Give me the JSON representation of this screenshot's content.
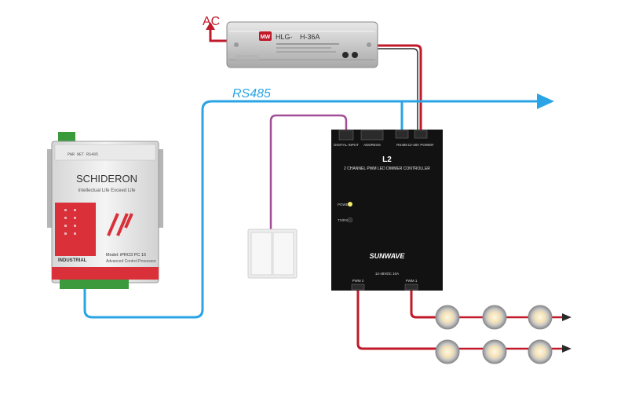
{
  "labels": {
    "ac": "AC",
    "rs485": "RS485"
  },
  "power_supply": {
    "brand": "MW",
    "model_prefix": "HLG-",
    "model_suffix": "H-36A"
  },
  "gateway": {
    "brand": "SCHIDERON",
    "tagline": "Intellectual Life  Exceed Life",
    "badge": "INDUSTRIAL",
    "model": "Model: iPRO3  PC 16",
    "subtitle": "Advanced Control Processor"
  },
  "controller": {
    "port_digital_input": "DIGITAL INPUT",
    "port_address": "ADDRESS",
    "port_rs485": "RS485",
    "port_power": "12-48V POWER",
    "title": "L2",
    "subtitle": "2 CHANNEL PWM  LED DIMMER CONTROLLER",
    "led_power": "POWER",
    "led_tx_rx": "TX/RX",
    "brand": "SUNWAVE",
    "rating": "12-48VDC 10A",
    "out1": "PWM 2",
    "out2": "PWM 1"
  },
  "colors": {
    "rs485": "#2aa4e6",
    "power": "#c0192a",
    "switch_wire": "#a14e96",
    "controller": "#121212",
    "gateway_red": "#d9303a"
  }
}
